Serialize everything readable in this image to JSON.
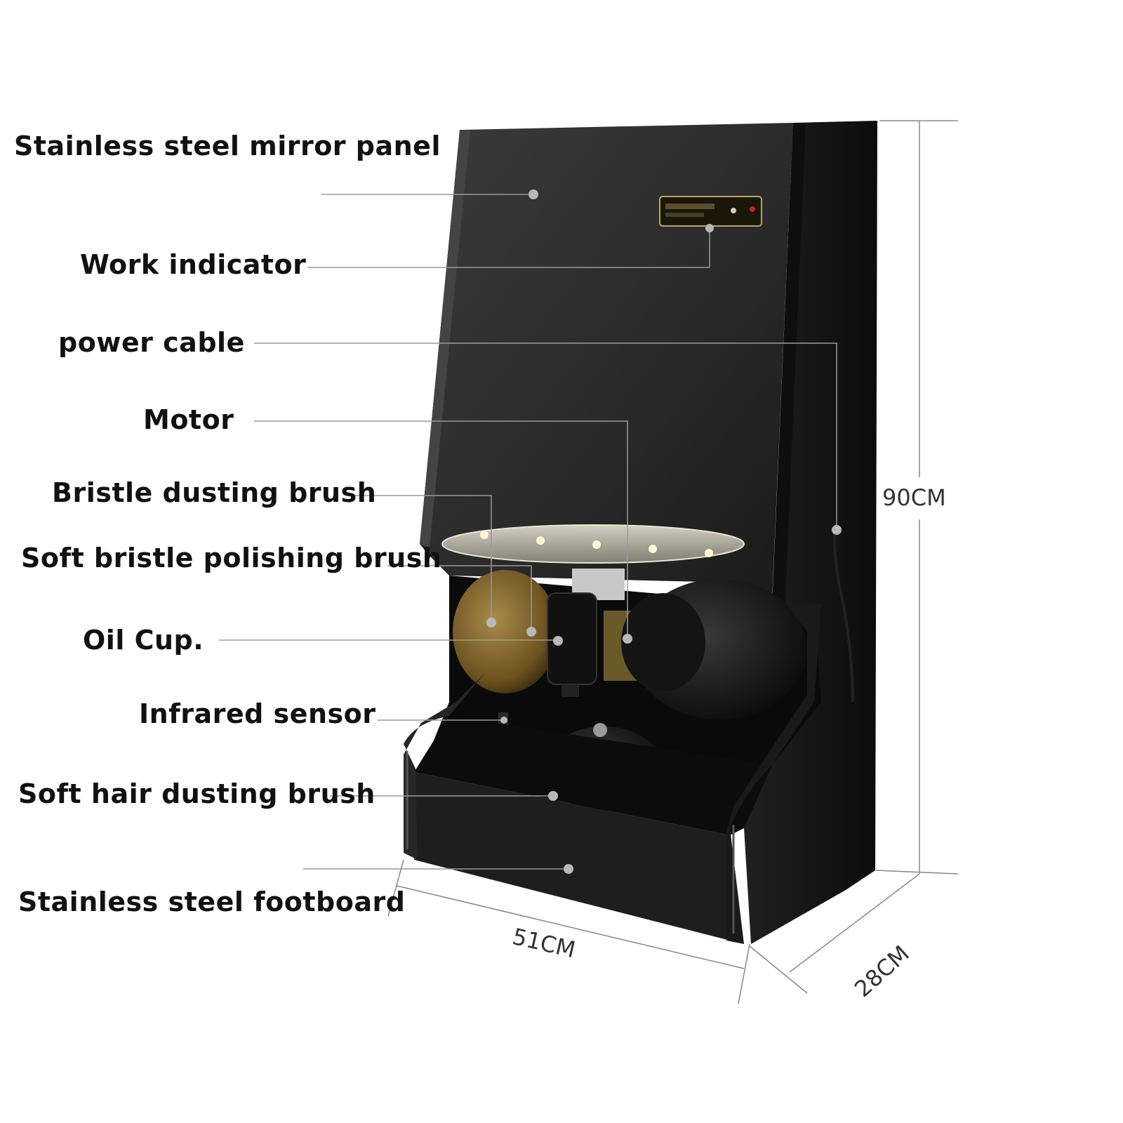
{
  "labels": {
    "mirror_panel": "Stainless steel mirror panel",
    "work_indicator": "Work indicator",
    "power_cable": "power cable",
    "motor": "Motor",
    "bristle_dusting_brush": "Bristle dusting brush",
    "soft_bristle_polishing_brush": "Soft bristle polishing brush",
    "oil_cup": "Oil Cup.",
    "infrared_sensor": "Infrared sensor",
    "soft_hair_dusting_brush": "Soft hair dusting brush",
    "footboard": "Stainless steel footboard"
  },
  "dimensions": {
    "height": "90CM",
    "width": "51CM",
    "depth": "28CM"
  },
  "colors": {
    "leader_line": "#9a9a9a",
    "dot": "#b8b8b8",
    "machine_body": "#151515",
    "front_panel": "#2b2b2b",
    "brush_light": "#8a6a2a",
    "brush_dark": "#111111"
  }
}
